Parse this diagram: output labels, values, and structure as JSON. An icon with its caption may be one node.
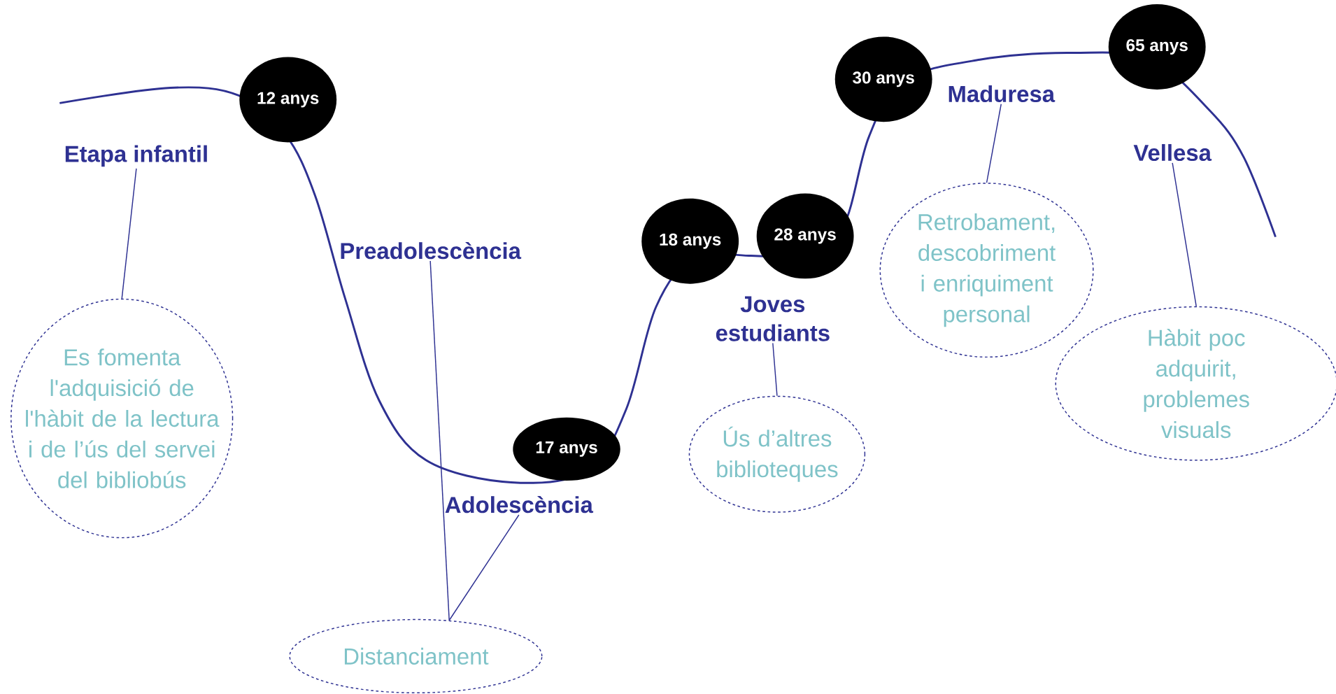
{
  "diagram": {
    "nodes": [
      {
        "text": [
          "Etapa infantil"
        ]
      },
      {
        "text": [
          "12 anys"
        ]
      },
      {
        "text": [
          "Preadolescència"
        ]
      },
      {
        "text": [
          "17 anys"
        ]
      },
      {
        "text": [
          "Adolescència"
        ]
      },
      {
        "text": [
          "18 anys"
        ]
      },
      {
        "text": [
          "28 anys"
        ]
      },
      {
        "text": [
          "Joves estudiants"
        ]
      },
      {
        "text": [
          "30 anys"
        ]
      },
      {
        "text": [
          "Maduresa"
        ]
      },
      {
        "text": [
          "65 anys"
        ]
      },
      {
        "text": [
          "Vellesa"
        ]
      },
      {
        "text": [
          "Es fomenta l'adquisició de l'hàbit de la lectura i de l’ús del servei del bibliobús"
        ]
      },
      {
        "text": [
          "Distanciament"
        ]
      },
      {
        "text": [
          "Ús d’altres biblioteques"
        ]
      },
      {
        "text": [
          "Retrobament, descobriment i enriquiment personal"
        ]
      },
      {
        "text": [
          "Hàbit poc adquirit, problemes visuals"
        ]
      }
    ],
    "edges": [
      {
        "from": 0,
        "to": 12,
        "arrow": "none"
      },
      {
        "from": 2,
        "to": 13,
        "arrow": "none"
      },
      {
        "from": 4,
        "to": 13,
        "arrow": "none"
      },
      {
        "from": 7,
        "to": 14,
        "arrow": "none"
      },
      {
        "from": 9,
        "to": 15,
        "arrow": "none"
      },
      {
        "from": 11,
        "to": 16,
        "arrow": "none"
      }
    ]
  }
}
